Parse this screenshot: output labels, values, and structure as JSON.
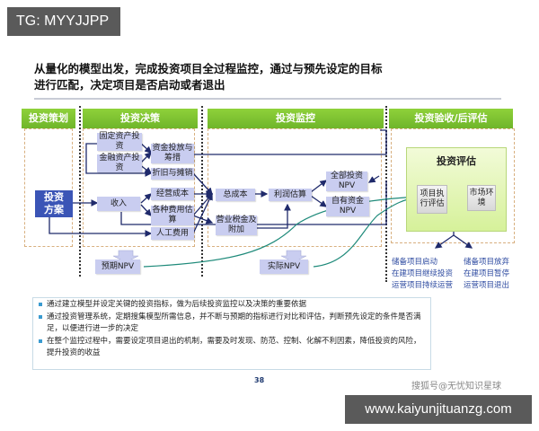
{
  "badge": {
    "tg": "TG: MYYJJPP"
  },
  "headline": {
    "line1": "从量化的模型出发，完成投资项目全过程监控，通过与预先设定的目标",
    "line2": "进行匹配，决定项目是否启动或者退出"
  },
  "phases": [
    {
      "label": "投资策划"
    },
    {
      "label": "投资决策"
    },
    {
      "label": "投资监控"
    },
    {
      "label": "投资验收/后评估"
    }
  ],
  "planning": {
    "plan_box": "投资\n方案"
  },
  "decision": {
    "fixed_asset": "固定资产投资",
    "financial_asset": "金融资产投资",
    "fund_release": "资金投放与筹措",
    "depreciation": "折旧与摊销",
    "revenue": "收入",
    "operating_cost": "经营成本",
    "various_costs": "各种费用估算",
    "labor_cost": "人工费用",
    "expected_npv": "预期NPV"
  },
  "monitoring": {
    "total_cost": "总成本",
    "business_tax": "营业税金及附加",
    "profit_estimate": "利润估算",
    "total_npv": "全部投资NPV",
    "own_npv": "自有资金NPV",
    "actual_npv": "实际NPV"
  },
  "evaluation": {
    "title": "投资评估",
    "execution": "项目执行评估",
    "market": "市场环境",
    "go_outcomes": [
      "储备项目启动",
      "在建项目继续投资",
      "运营项目持续运营"
    ],
    "stop_outcomes": [
      "储备项目放弃",
      "在建项目暂停",
      "运营项目退出"
    ]
  },
  "notes": [
    "通过建立模型并设定关键的投资指标，做为后续投资监控以及决策的重要依据",
    "通过投资管理系统，定期搜集模型所需信息，并不断与预期的指标进行对比和评估，判断预先设定的条件是否满足，以便进行进一步的决定",
    "在整个监控过程中，需要设定项目退出的机制，需要及时发现、防范、控制、化解不利因素，降低投资的风险，提升投资的收益"
  ],
  "footer": {
    "page": "38",
    "sohu": "搜狐号@无忧知识星球",
    "url": "www.kaiyunjituanzg.com"
  },
  "colors": {
    "phase_green": "#7cc232",
    "box_lavender": "#c9cdf0",
    "plan_blue": "#3b55b6",
    "arrow_navy": "#1f2a6b",
    "curve_teal": "#1e8a7a"
  }
}
